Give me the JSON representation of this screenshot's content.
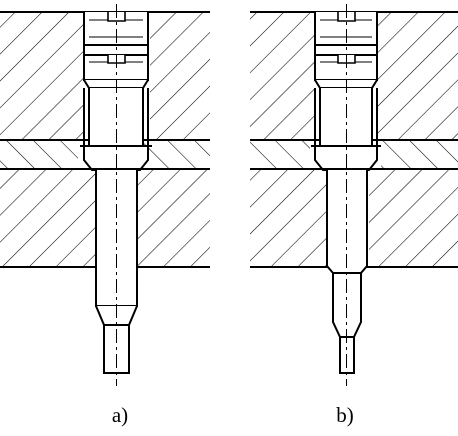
{
  "figure": {
    "panels": [
      {
        "id": "a",
        "caption": "a)"
      },
      {
        "id": "b",
        "caption": "b)"
      }
    ]
  },
  "colors": {
    "line": "#000000",
    "background": "#ffffff"
  }
}
